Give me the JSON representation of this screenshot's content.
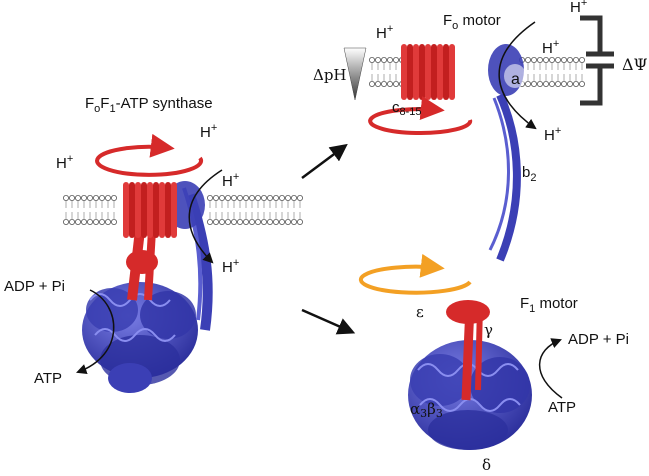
{
  "labels": {
    "complex_main": "F",
    "complex_o": "o",
    "complex_f": "F",
    "complex_1": "1",
    "complex_rest": "-ATP synthase",
    "h_plus": "H",
    "plus_sign": "+",
    "adp_pi": "ADP + Pi",
    "atp": "ATP",
    "fo_prefix": "F",
    "fo_sub": "o",
    "fo_word": " motor",
    "f1_prefix": "F",
    "f1_sub": "1",
    "f1_word": " motor",
    "delta_ph": "ΔpH",
    "delta_psi": "ΔΨ",
    "subunit_a": "a",
    "subunit_c": "c",
    "subunit_c_range": "8-15",
    "subunit_b": "b",
    "subunit_b_sub": "2",
    "epsilon": "ε",
    "gamma": "γ",
    "alpha": "α",
    "alpha_sub": "3",
    "beta": "β",
    "beta_sub": "3",
    "delta": "δ"
  },
  "colors": {
    "red_rotor": "#d62a2a",
    "blue_stator": "#3b3fb5",
    "orange_rotation": "#f3a024",
    "membrane": "#555555",
    "arrow": "#111111"
  }
}
